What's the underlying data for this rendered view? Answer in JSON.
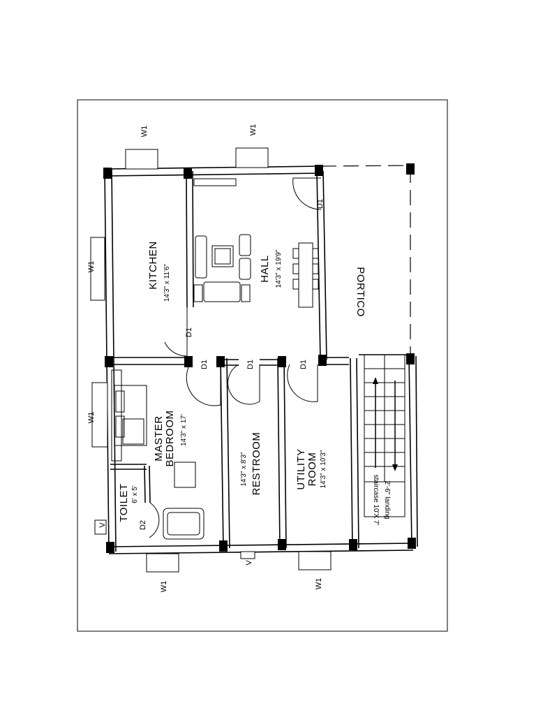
{
  "rooms": {
    "kitchen": {
      "name": "KITCHEN",
      "dim": "14'3\" x 11'6\""
    },
    "hall": {
      "name": "HALL",
      "dim": "14'3\" x 19'9\""
    },
    "portico": {
      "name": "PORTICO"
    },
    "master_bedroom": {
      "name_line1": "MASTER",
      "name_line2": "BEDROOM",
      "dim": "14'3\" x 17'"
    },
    "toilet": {
      "name": "TOILET",
      "dim": "6' x 5'"
    },
    "restroom": {
      "name": "RESTROOM",
      "dim": "14'3\" x 8'3\""
    },
    "utility_room": {
      "name_line1": "UTILITY",
      "name_line2": "ROOM",
      "dim": "14'3\" x 10'3\""
    },
    "staircase": {
      "line1": "staircase 10'X 7'",
      "line2": "2'-6\" landing"
    }
  },
  "tags": {
    "window": "W1",
    "door": "D1",
    "toilet_door": "D2",
    "ventilator": "V"
  }
}
